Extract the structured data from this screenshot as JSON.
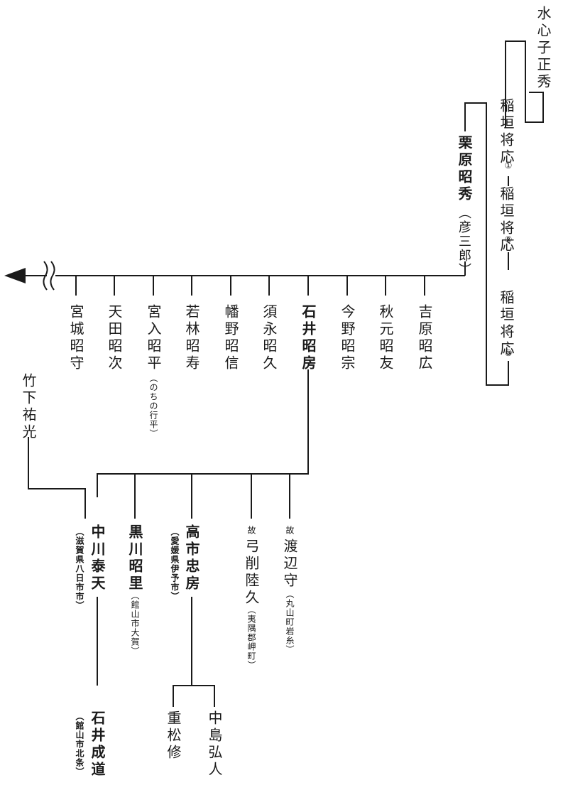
{
  "top": {
    "mizu": "水心子正秀",
    "inagaki1": "稲垣将応",
    "mark1": "①",
    "inagaki2": "稲垣将応",
    "mark2": "②",
    "inagaki3": "稲垣将応",
    "mark3": "③",
    "kurihara": "栗原昭秀",
    "kurihara_note": "（彦三郎）"
  },
  "disciples": {
    "yoshihara": "吉原昭広",
    "akimoto": "秋元昭友",
    "imano": "今野昭宗",
    "ishii": "石井昭房",
    "sunaga": "須永昭久",
    "hata": "幡野昭信",
    "wakabayashi": "若林昭寿",
    "miyairi": "宮入昭平",
    "miyairi_note": "（のちの行平）",
    "tenda": "天田昭次",
    "miyagi": "宮城昭守"
  },
  "lower": {
    "takeshita": "竹下祐光",
    "ko1": "故",
    "watanabe": "渡辺守",
    "watanabe_note": "（丸山町岩糸）",
    "ko2": "故",
    "yuge": "弓削陸久",
    "yuge_note": "（夷隅郡岬町）",
    "takaichi": "高市忠房",
    "takaichi_note": "（愛媛県伊予市）",
    "kurokawa": "黒川昭里",
    "kurokawa_note": "（館山市大賀）",
    "nakagawa": "中川泰天",
    "nakagawa_note": "（滋賀県八日市市）",
    "nakajima": "中島弘人",
    "shigematsu": "重松修",
    "ishii_n": "石井成道",
    "ishii_n_note": "（館山市北条）"
  }
}
